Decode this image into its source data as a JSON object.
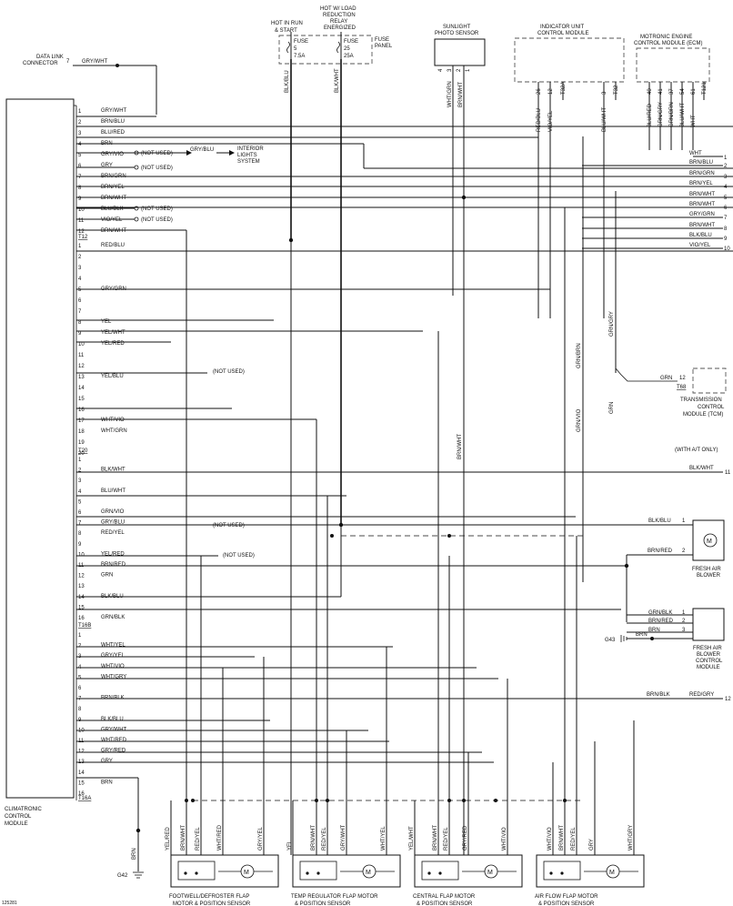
{
  "titles": {
    "hot_in_run": [
      "HOT IN RUN",
      "& START"
    ],
    "hot_load_reduction": [
      "HOT W/ LOAD",
      "REDUCTION",
      "RELAY",
      "ENERGIZED"
    ],
    "fuse_panel": [
      "FUSE",
      "PANEL"
    ],
    "sunlight_sensor": [
      "SUNLIGHT",
      "PHOTO SENSOR"
    ],
    "indicator_unit": [
      "INDICATOR UNIT",
      "CONTROL MODULE"
    ],
    "ecm": [
      "MOTRONIC ENGINE",
      "CONTROL MODULE (ECM)"
    ],
    "data_link": [
      "DATA LINK",
      "CONNECTOR"
    ],
    "climatronic": [
      "CLIMATRONIC",
      "CONTROL",
      "MODULE"
    ],
    "interior_lights": [
      "INTERIOR",
      "LIGHTS",
      "SYSTEM"
    ],
    "tcm": [
      "TRANSMISSION",
      "CONTROL",
      "MODULE (TCM)"
    ],
    "with_at_only": "(WITH A/T ONLY)",
    "fresh_air_blower": [
      "FRESH AIR",
      "BLOWER"
    ],
    "fresh_air_blower_cm": [
      "FRESH AIR",
      "BLOWER",
      "CONTROL",
      "MODULE"
    ],
    "footwell_motor": [
      "FOOTWELL/DEFROSTER FLAP",
      "MOTOR & POSITION SENSOR"
    ],
    "temp_motor": [
      "TEMP REGULATOR FLAP MOTOR",
      "& POSITION SENSOR"
    ],
    "central_motor": [
      "CENTRAL FLAP MOTOR",
      "& POSITION SENSOR"
    ],
    "airflow_motor": [
      "AIR FLOW FLAP MOTOR",
      "& POSITION SENSOR"
    ],
    "ground_g42": "G42",
    "ground_g43": "G43",
    "figure_id": "125281"
  },
  "fuses": [
    {
      "label": "FUSE",
      "num": "5",
      "amp": "7.5A"
    },
    {
      "label": "FUSE",
      "num": "25",
      "amp": "25A"
    }
  ],
  "top_wires": {
    "dlc": {
      "pin": "7",
      "color": "GRY/WHT"
    },
    "fuse5": "BLK/BLU",
    "fuse25": "BLK/WHT",
    "sunlight_pins": [
      "4",
      "3",
      "2",
      "1"
    ],
    "sunlight_colors": [
      "WHT/GRN",
      "BRN/WHT"
    ],
    "indicator": [
      {
        "pin": "26",
        "color": "RED/BLU"
      },
      {
        "pin": "12",
        "color": "VIO/YEL"
      },
      {
        "pin": "T32A",
        "color": ""
      },
      {
        "pin": "3",
        "color": "BLU/WHT"
      },
      {
        "pin": "T32",
        "color": ""
      }
    ],
    "ecm": [
      {
        "pin": "40",
        "color": "BLU/RED"
      },
      {
        "pin": "41",
        "color": "GRN/GRY"
      },
      {
        "pin": "37",
        "color": "GRN/BRN"
      },
      {
        "pin": "54",
        "color": "BLU/WHT"
      },
      {
        "pin": "61",
        "color": "WHT"
      },
      {
        "pin": "T121",
        "color": ""
      }
    ]
  },
  "connectors": {
    "t12": "T12",
    "t20": "T20",
    "t16b": "T16B",
    "t16a": "T16A"
  },
  "group1": [
    {
      "pin": "1",
      "color": "GRY/WHT",
      "note": ""
    },
    {
      "pin": "2",
      "color": "BRN/BLU",
      "note": ""
    },
    {
      "pin": "3",
      "color": "BLU/RED",
      "note": ""
    },
    {
      "pin": "4",
      "color": "BRN",
      "note": ""
    },
    {
      "pin": "5",
      "color": "GRY/VIO",
      "note": "(NOT USED)"
    },
    {
      "pin": "6",
      "color": "GRY",
      "note": "(NOT USED)"
    },
    {
      "pin": "7",
      "color": "BRN/GRN",
      "note": ""
    },
    {
      "pin": "8",
      "color": "BRN/YEL",
      "note": ""
    },
    {
      "pin": "9",
      "color": "BRN/WHT",
      "note": ""
    },
    {
      "pin": "10",
      "color": "BLU/BLK",
      "note": "(NOT USED)"
    },
    {
      "pin": "11",
      "color": "VIO/YEL",
      "note": "(NOT USED)"
    },
    {
      "pin": "12",
      "color": "BRN/WHT",
      "note": ""
    }
  ],
  "interior_wire": "GRY/BLU",
  "group2": [
    {
      "pin": "1",
      "color": "RED/BLU"
    },
    {
      "pin": "2",
      "color": ""
    },
    {
      "pin": "3",
      "color": ""
    },
    {
      "pin": "4",
      "color": ""
    },
    {
      "pin": "5",
      "color": "GRY/GRN"
    },
    {
      "pin": "6",
      "color": ""
    },
    {
      "pin": "7",
      "color": ""
    },
    {
      "pin": "8",
      "color": "YEL"
    },
    {
      "pin": "9",
      "color": "YEL/WHT"
    },
    {
      "pin": "10",
      "color": "YEL/RED"
    },
    {
      "pin": "11",
      "color": ""
    },
    {
      "pin": "12",
      "color": ""
    },
    {
      "pin": "13",
      "color": "YEL/BLU"
    },
    {
      "pin": "14",
      "color": ""
    },
    {
      "pin": "15",
      "color": ""
    },
    {
      "pin": "16",
      "color": ""
    },
    {
      "pin": "17",
      "color": "WHT/VIO"
    },
    {
      "pin": "18",
      "color": "WHT/GRN"
    },
    {
      "pin": "19",
      "color": ""
    },
    {
      "pin": "20",
      "color": ""
    }
  ],
  "group3": [
    {
      "pin": "1",
      "color": ""
    },
    {
      "pin": "2",
      "color": "BLK/WHT"
    },
    {
      "pin": "3",
      "color": ""
    },
    {
      "pin": "4",
      "color": "BLU/WHT"
    },
    {
      "pin": "5",
      "color": ""
    },
    {
      "pin": "6",
      "color": "GRN/VIO"
    },
    {
      "pin": "7",
      "color": "GRY/BLU"
    },
    {
      "pin": "8",
      "color": "RED/YEL"
    },
    {
      "pin": "9",
      "color": ""
    },
    {
      "pin": "10",
      "color": "YEL/RED"
    },
    {
      "pin": "11",
      "color": "BRN/RED"
    },
    {
      "pin": "12",
      "color": "GRN"
    },
    {
      "pin": "13",
      "color": ""
    },
    {
      "pin": "14",
      "color": "BLK/BLU"
    },
    {
      "pin": "15",
      "color": ""
    },
    {
      "pin": "16",
      "color": "GRN/BLK"
    }
  ],
  "group4": [
    {
      "pin": "1",
      "color": ""
    },
    {
      "pin": "2",
      "color": "WHT/YEL"
    },
    {
      "pin": "3",
      "color": "GRY/YEL"
    },
    {
      "pin": "4",
      "color": "WHT/VIO"
    },
    {
      "pin": "5",
      "color": "WHT/GRY"
    },
    {
      "pin": "6",
      "color": ""
    },
    {
      "pin": "7",
      "color": "BRN/BLK"
    },
    {
      "pin": "8",
      "color": ""
    },
    {
      "pin": "9",
      "color": "BLK/BLU"
    },
    {
      "pin": "10",
      "color": "GRY/WHT"
    },
    {
      "pin": "11",
      "color": "WHT/RED"
    },
    {
      "pin": "12",
      "color": "GRY/RED"
    },
    {
      "pin": "13",
      "color": "GRY"
    },
    {
      "pin": "14",
      "color": ""
    },
    {
      "pin": "15",
      "color": "BRN"
    },
    {
      "pin": "16",
      "color": ""
    }
  ],
  "not_used_notes": {
    "pin13": "(NOT USED)",
    "t20_7": "(NOT USED)",
    "t20_10": "(NOT USED)"
  },
  "right_panel": [
    {
      "color": "WHT",
      "pin": ""
    },
    {
      "color": "BRN/BLU",
      "pin": "2"
    },
    {
      "color": "BRN/GRN",
      "pin": "3"
    },
    {
      "color": "BRN/YEL",
      "pin": "4"
    },
    {
      "color": "BRN/WHT",
      "pin": "5"
    },
    {
      "color": "BRN/WHT",
      "pin": "6"
    },
    {
      "color": "GRY/GRN",
      "pin": "7"
    },
    {
      "color": "BRN/WHT",
      "pin": "8"
    },
    {
      "color": "BLK/BLU",
      "pin": "9"
    },
    {
      "color": "VIO/YEL",
      "pin": "10"
    }
  ],
  "right_panel_first_pin": "1",
  "mid_vertical": {
    "brn_wht": "BRN/WHT",
    "grn_brn": "GRN/BRN",
    "grn_vio": "GRN/VIO",
    "grn_gry": "GRN/GRY",
    "grn": "GRN"
  },
  "tcm_wire": {
    "color": "GRN",
    "pin": "12",
    "conn": "T68"
  },
  "blk_wht_11": {
    "color": "BLK/WHT",
    "pin": "11"
  },
  "blower": {
    "wire1": {
      "color": "BLK/BLU",
      "pin": "1"
    },
    "wire2": {
      "color": "BRN/RED",
      "pin": "2"
    }
  },
  "blower_cm": [
    {
      "color": "GRN/BLK",
      "pin": "1"
    },
    {
      "color": "BRN/RED",
      "pin": "2"
    },
    {
      "color": "BRN",
      "pin": "3"
    }
  ],
  "g43_wire": "BRN",
  "brn_blk_wire": {
    "left": "BRN/BLK",
    "right": "RED/GRY",
    "pin": "12"
  },
  "g42_wire": "BRN",
  "motor_labels": {
    "footwell": [
      "YEL/RED",
      "BRN/WHT",
      "RED/YEL",
      "WHT/RED",
      "GRY/YEL"
    ],
    "temp": [
      "YEL",
      "BRN/WHT",
      "RED/YEL",
      "GRY/WHT",
      "WHT/YEL"
    ],
    "central": [
      "YEL/WHT",
      "BRN/WHT",
      "RED/YEL",
      "GRY/RED",
      "WHT/VIO"
    ],
    "airflow": [
      "WHT/VIO",
      "BRN/WHT",
      "RED/YEL",
      "GRY",
      "WHT/GRY"
    ]
  },
  "motor_symbol": "M"
}
